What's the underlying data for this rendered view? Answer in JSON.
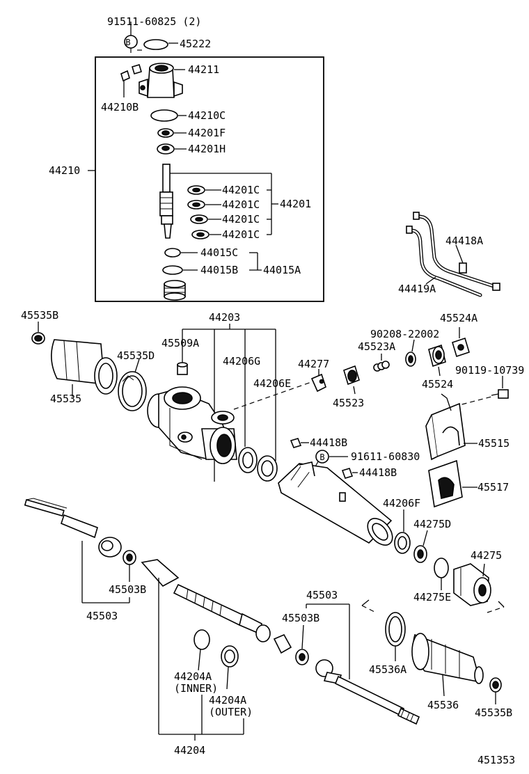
{
  "diagram_id": "451353",
  "labels": {
    "p91511": "91511-60825 (2)",
    "b1": "B",
    "p45222": "45222",
    "p44211": "44211",
    "p44210B": "44210B",
    "p44210C": "44210C",
    "p44201F": "44201F",
    "p44201H": "44201H",
    "p44210": "44210",
    "p44201C_1": "44201C",
    "p44201C_2": "44201C",
    "p44201C_3": "44201C",
    "p44201C_4": "44201C",
    "p44201": "44201",
    "p44015C": "44015C",
    "p44015B": "44015B",
    "p44015A": "44015A",
    "p44418A": "44418A",
    "p44419A": "44419A",
    "p45535B_1": "45535B",
    "p44203": "44203",
    "p45509A": "45509A",
    "p45535D": "45535D",
    "p44206G": "44206G",
    "p44277": "44277",
    "p44206E": "44206E",
    "p90208": "90208-22002",
    "p45524A": "45524A",
    "p45523A": "45523A",
    "p45524": "45524",
    "p90119": "90119-10739",
    "p45523": "45523",
    "p45535": "45535",
    "p45515": "45515",
    "p44418B_1": "44418B",
    "b2": "B",
    "p91611": "91611-60830",
    "p44418B_2": "44418B",
    "p45517": "45517",
    "p44206F": "44206F",
    "p44275D": "44275D",
    "p44275": "44275",
    "p45503B_1": "45503B",
    "p45503_1": "45503",
    "p44275E": "44275E",
    "p45503_2": "45503",
    "p45503B_2": "45503B",
    "p44204A_inner": "44204A",
    "p44204A_inner_note": "(INNER)",
    "p44204A_outer": "44204A",
    "p44204A_outer_note": "(OUTER)",
    "p45536A": "45536A",
    "p45536": "45536",
    "p45535B_2": "45535B",
    "p44204": "44204"
  }
}
